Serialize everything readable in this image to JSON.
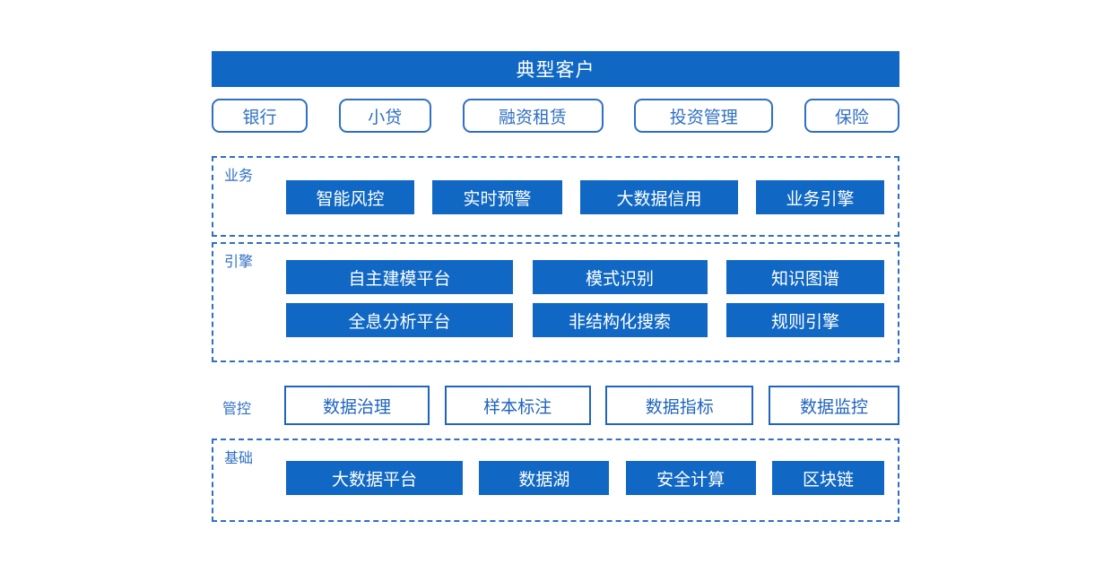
{
  "header": {
    "title": "典型客户"
  },
  "customers": [
    {
      "label": "银行"
    },
    {
      "label": "小贷"
    },
    {
      "label": "融资租赁"
    },
    {
      "label": "投资管理"
    },
    {
      "label": "保险"
    }
  ],
  "layers": {
    "business": {
      "label": "业务",
      "items": [
        {
          "label": "智能风控"
        },
        {
          "label": "实时预警"
        },
        {
          "label": "大数据信用"
        },
        {
          "label": "业务引擎"
        }
      ]
    },
    "engine": {
      "label": "引擎",
      "row1": [
        {
          "label": "自主建模平台"
        },
        {
          "label": "模式识别"
        },
        {
          "label": "知识图谱"
        }
      ],
      "row2": [
        {
          "label": "全息分析平台"
        },
        {
          "label": "非结构化搜索"
        },
        {
          "label": "规则引擎"
        }
      ]
    },
    "control": {
      "label": "管控",
      "items": [
        {
          "label": "数据治理"
        },
        {
          "label": "样本标注"
        },
        {
          "label": "数据指标"
        },
        {
          "label": "数据监控"
        }
      ]
    },
    "foundation": {
      "label": "基础",
      "items": [
        {
          "label": "大数据平台"
        },
        {
          "label": "数据湖"
        },
        {
          "label": "安全计算"
        },
        {
          "label": "区块链"
        }
      ]
    }
  },
  "colors": {
    "primary_fill": "#1068c4",
    "outline_blue": "#2f6fc4",
    "text_on_fill": "#ffffff",
    "background": "#ffffff"
  }
}
